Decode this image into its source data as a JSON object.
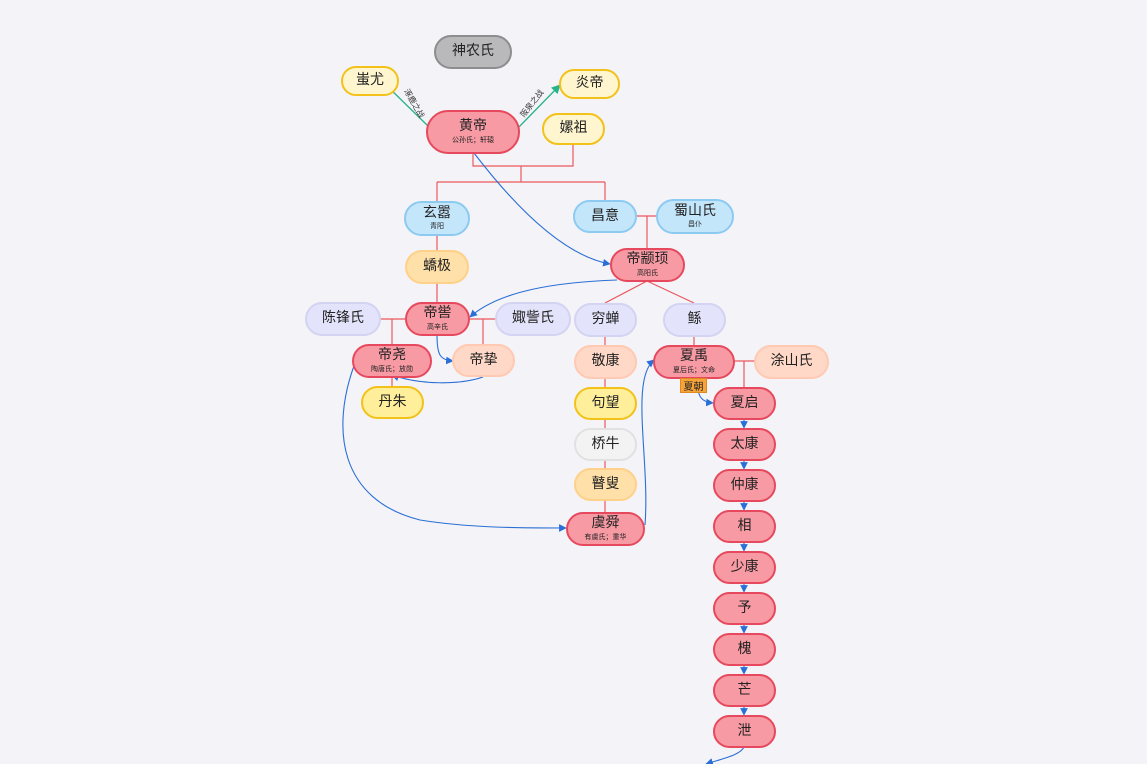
{
  "nodes": {
    "shennong": {
      "name": "神农氏"
    },
    "chiyou": {
      "name": "蚩尤"
    },
    "yandi": {
      "name": "炎帝"
    },
    "huangdi": {
      "name": "黄帝",
      "sub": "公孙氏；轩辕"
    },
    "leizu": {
      "name": "嫘祖"
    },
    "xuanxiao": {
      "name": "玄嚣",
      "sub": "青阳"
    },
    "changyi": {
      "name": "昌意"
    },
    "shushan": {
      "name": "蜀山氏",
      "sub": "昌仆"
    },
    "jiaoji": {
      "name": "蟜极"
    },
    "zhuanxu": {
      "name": "帝颛顼",
      "sub": "高阳氏"
    },
    "chenfeng": {
      "name": "陈锋氏"
    },
    "diku": {
      "name": "帝喾",
      "sub": "高辛氏"
    },
    "jiangyuan": {
      "name": "娵訾氏"
    },
    "qiongchan": {
      "name": "穷蝉"
    },
    "gun": {
      "name": "鲧"
    },
    "diyao": {
      "name": "帝尧",
      "sub": "陶唐氏；放勋"
    },
    "dizhi": {
      "name": "帝挚"
    },
    "jingkang": {
      "name": "敬康"
    },
    "xiayu": {
      "name": "夏禹",
      "sub": "夏后氏；文命"
    },
    "tushan": {
      "name": "涂山氏"
    },
    "danzhu": {
      "name": "丹朱"
    },
    "goumang": {
      "name": "句望"
    },
    "qiaoniu": {
      "name": "桥牛"
    },
    "gusou": {
      "name": "瞽叟"
    },
    "yushun": {
      "name": "虞舜",
      "sub": "有虞氏；重华"
    },
    "xiaqi": {
      "name": "夏启"
    },
    "taikang": {
      "name": "太康"
    },
    "zhongkang": {
      "name": "仲康"
    },
    "xiang": {
      "name": "相"
    },
    "shaokang": {
      "name": "少康"
    },
    "yu2": {
      "name": "予"
    },
    "huai": {
      "name": "槐"
    },
    "mang": {
      "name": "芒"
    },
    "xie": {
      "name": "泄"
    }
  },
  "tag": {
    "xiachao": "夏朝"
  },
  "edge_labels": {
    "zhuolu": "涿鹿之战",
    "banquan": "阪泉之战"
  },
  "colors": {
    "tree_line": "#e9585f",
    "succession_line": "#2a6fd6",
    "battle_line": "#26b38a"
  }
}
